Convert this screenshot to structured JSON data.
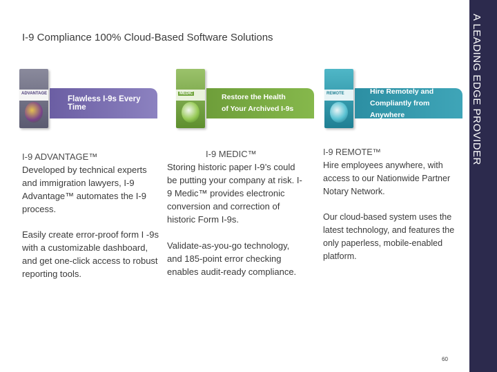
{
  "slide": {
    "title": "I-9 Compliance 100% Cloud-Based Software Solutions",
    "side_banner": "A LEADING EDGE PROVIDER",
    "page_number": "60"
  },
  "colors": {
    "side_bar": "#2c2a4d",
    "advantage_purple": "#6b5ea3",
    "medic_green": "#6e9e3a",
    "remote_teal": "#2c8fa3"
  },
  "products": [
    {
      "box_logo": "ADVANTAGE",
      "banner_lines": [
        "Flawless I-9s Every Time"
      ],
      "heading": "I-9 ADVANTAGE™",
      "paragraph_1": "Developed by technical experts and immigration lawyers, I-9 Advantage™ automates the I-9 process.",
      "paragraph_2": "Easily create error-proof form I -9s with a customizable dashboard, and get one-click access to robust reporting tools."
    },
    {
      "box_logo": "MEDIC",
      "banner_lines": [
        "Restore the Health",
        "of Your Archived I-9s"
      ],
      "heading": "I-9 MEDIC™",
      "paragraph_1": "Storing historic paper I-9’s could be putting your company at risk. I-9 Medic™ provides electronic conversion and correction of historic Form I-9s.",
      "paragraph_2": "Validate-as-you-go technology, and 185-point error checking enables audit-ready compliance."
    },
    {
      "box_logo": "REMOTE",
      "banner_lines": [
        "Hire Remotely and",
        "Compliantly from Anywhere"
      ],
      "heading": "I-9 REMOTE™",
      "paragraph_1": "Hire employees anywhere, with access to our Nationwide Partner Notary Network.",
      "paragraph_2": "Our cloud-based system uses the latest technology, and features the only paperless, mobile-enabled platform."
    }
  ]
}
